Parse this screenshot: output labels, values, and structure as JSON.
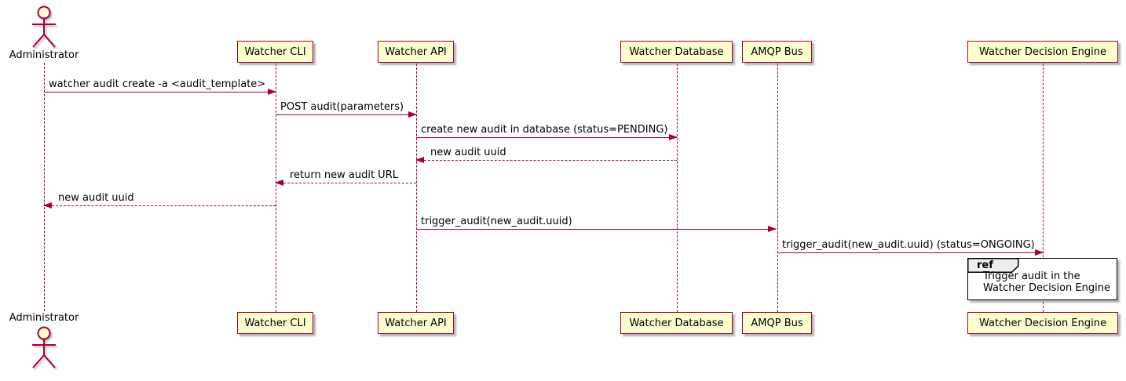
{
  "diagram": {
    "participants": {
      "administrator": {
        "label": "Administrator",
        "type": "actor"
      },
      "watcher_cli": {
        "label": "Watcher CLI",
        "type": "box"
      },
      "watcher_api": {
        "label": "Watcher API",
        "type": "box"
      },
      "watcher_database": {
        "label": "Watcher Database",
        "type": "box"
      },
      "amqp_bus": {
        "label": "AMQP Bus",
        "type": "box"
      },
      "watcher_decision_engine": {
        "label": "Watcher Decision Engine",
        "type": "box"
      }
    },
    "messages": [
      {
        "label": "watcher audit create -a <audit_template>",
        "from": "Administrator",
        "to": "Watcher CLI",
        "style": "solid"
      },
      {
        "label": "POST audit(parameters)",
        "from": "Watcher CLI",
        "to": "Watcher API",
        "style": "solid"
      },
      {
        "label": "create new audit in database (status=PENDING)",
        "from": "Watcher API",
        "to": "Watcher Database",
        "style": "solid"
      },
      {
        "label": "new audit uuid",
        "from": "Watcher Database",
        "to": "Watcher API",
        "style": "dashed"
      },
      {
        "label": "return new audit URL",
        "from": "Watcher API",
        "to": "Watcher CLI",
        "style": "dashed"
      },
      {
        "label": "new audit uuid",
        "from": "Watcher CLI",
        "to": "Administrator",
        "style": "dashed"
      },
      {
        "label": "trigger_audit(new_audit.uuid)",
        "from": "Watcher API",
        "to": "AMQP Bus",
        "style": "solid"
      },
      {
        "label": "trigger_audit(new_audit.uuid) (status=ONGOING)",
        "from": "AMQP Bus",
        "to": "Watcher Decision Engine",
        "style": "solid"
      }
    ],
    "ref_fragment": {
      "keyword": "ref",
      "lines": [
        "Trigger audit in the",
        "Watcher Decision Engine"
      ],
      "over": "Watcher Decision Engine"
    },
    "colors": {
      "participant_fill": "#FEFECE",
      "stroke": "#A80036",
      "text": "#000000",
      "ref_tab_fill": "#EEEEEE",
      "ref_border": "#000000",
      "background": "#FFFFFF"
    }
  }
}
